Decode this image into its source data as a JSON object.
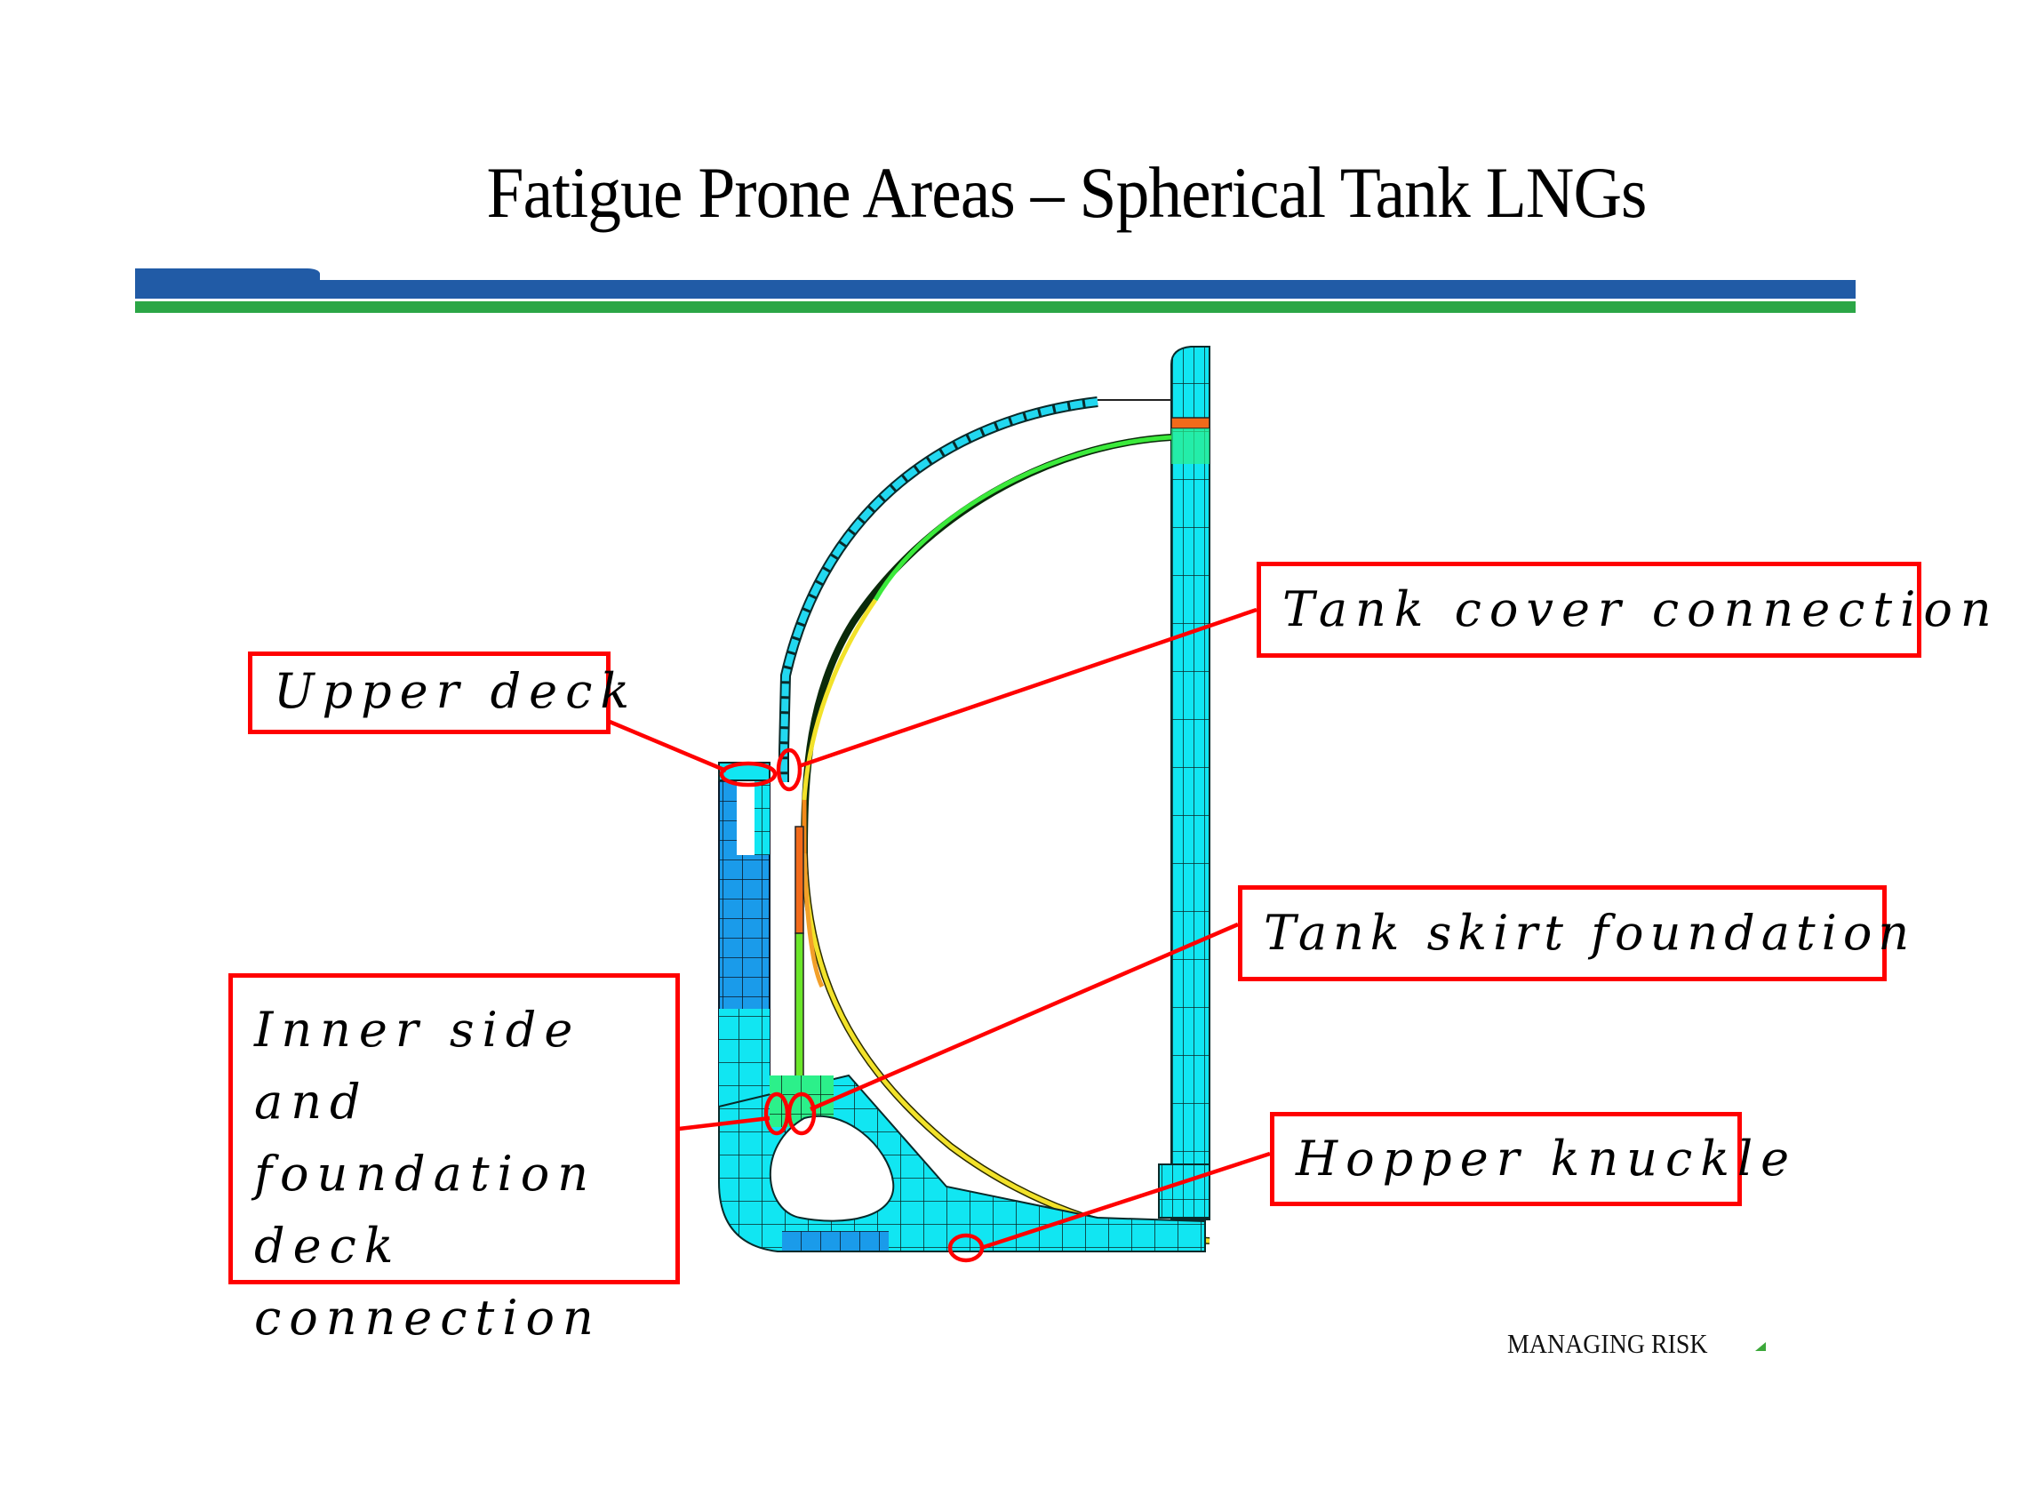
{
  "slide": {
    "title": "Fatigue Prone Areas – Spherical Tank LNGs",
    "footer": "MANAGING RISK"
  },
  "colors": {
    "header_blue": "#215BA6",
    "header_green": "#2BA646",
    "callout_red": "#FF0000",
    "mesh_cyan": "#11E6F2",
    "mesh_blue": "#1A9BEA",
    "mesh_green": "#2CF08A",
    "mesh_yellow": "#F2E22A",
    "mesh_orange": "#F26A1A"
  },
  "callouts": [
    {
      "id": "upper-deck",
      "label": "Upper deck"
    },
    {
      "id": "tank-cover-connection",
      "label": "Tank cover connection"
    },
    {
      "id": "tank-skirt-foundation",
      "label": "Tank skirt foundation"
    },
    {
      "id": "inner-side-foundation-deck",
      "label": "Inner side and foundation deck connection"
    },
    {
      "id": "hopper-knuckle",
      "label": "Hopper knuckle"
    }
  ],
  "figure": {
    "description": "FE stress model, half cross-section of spherical tank LNG carrier"
  }
}
